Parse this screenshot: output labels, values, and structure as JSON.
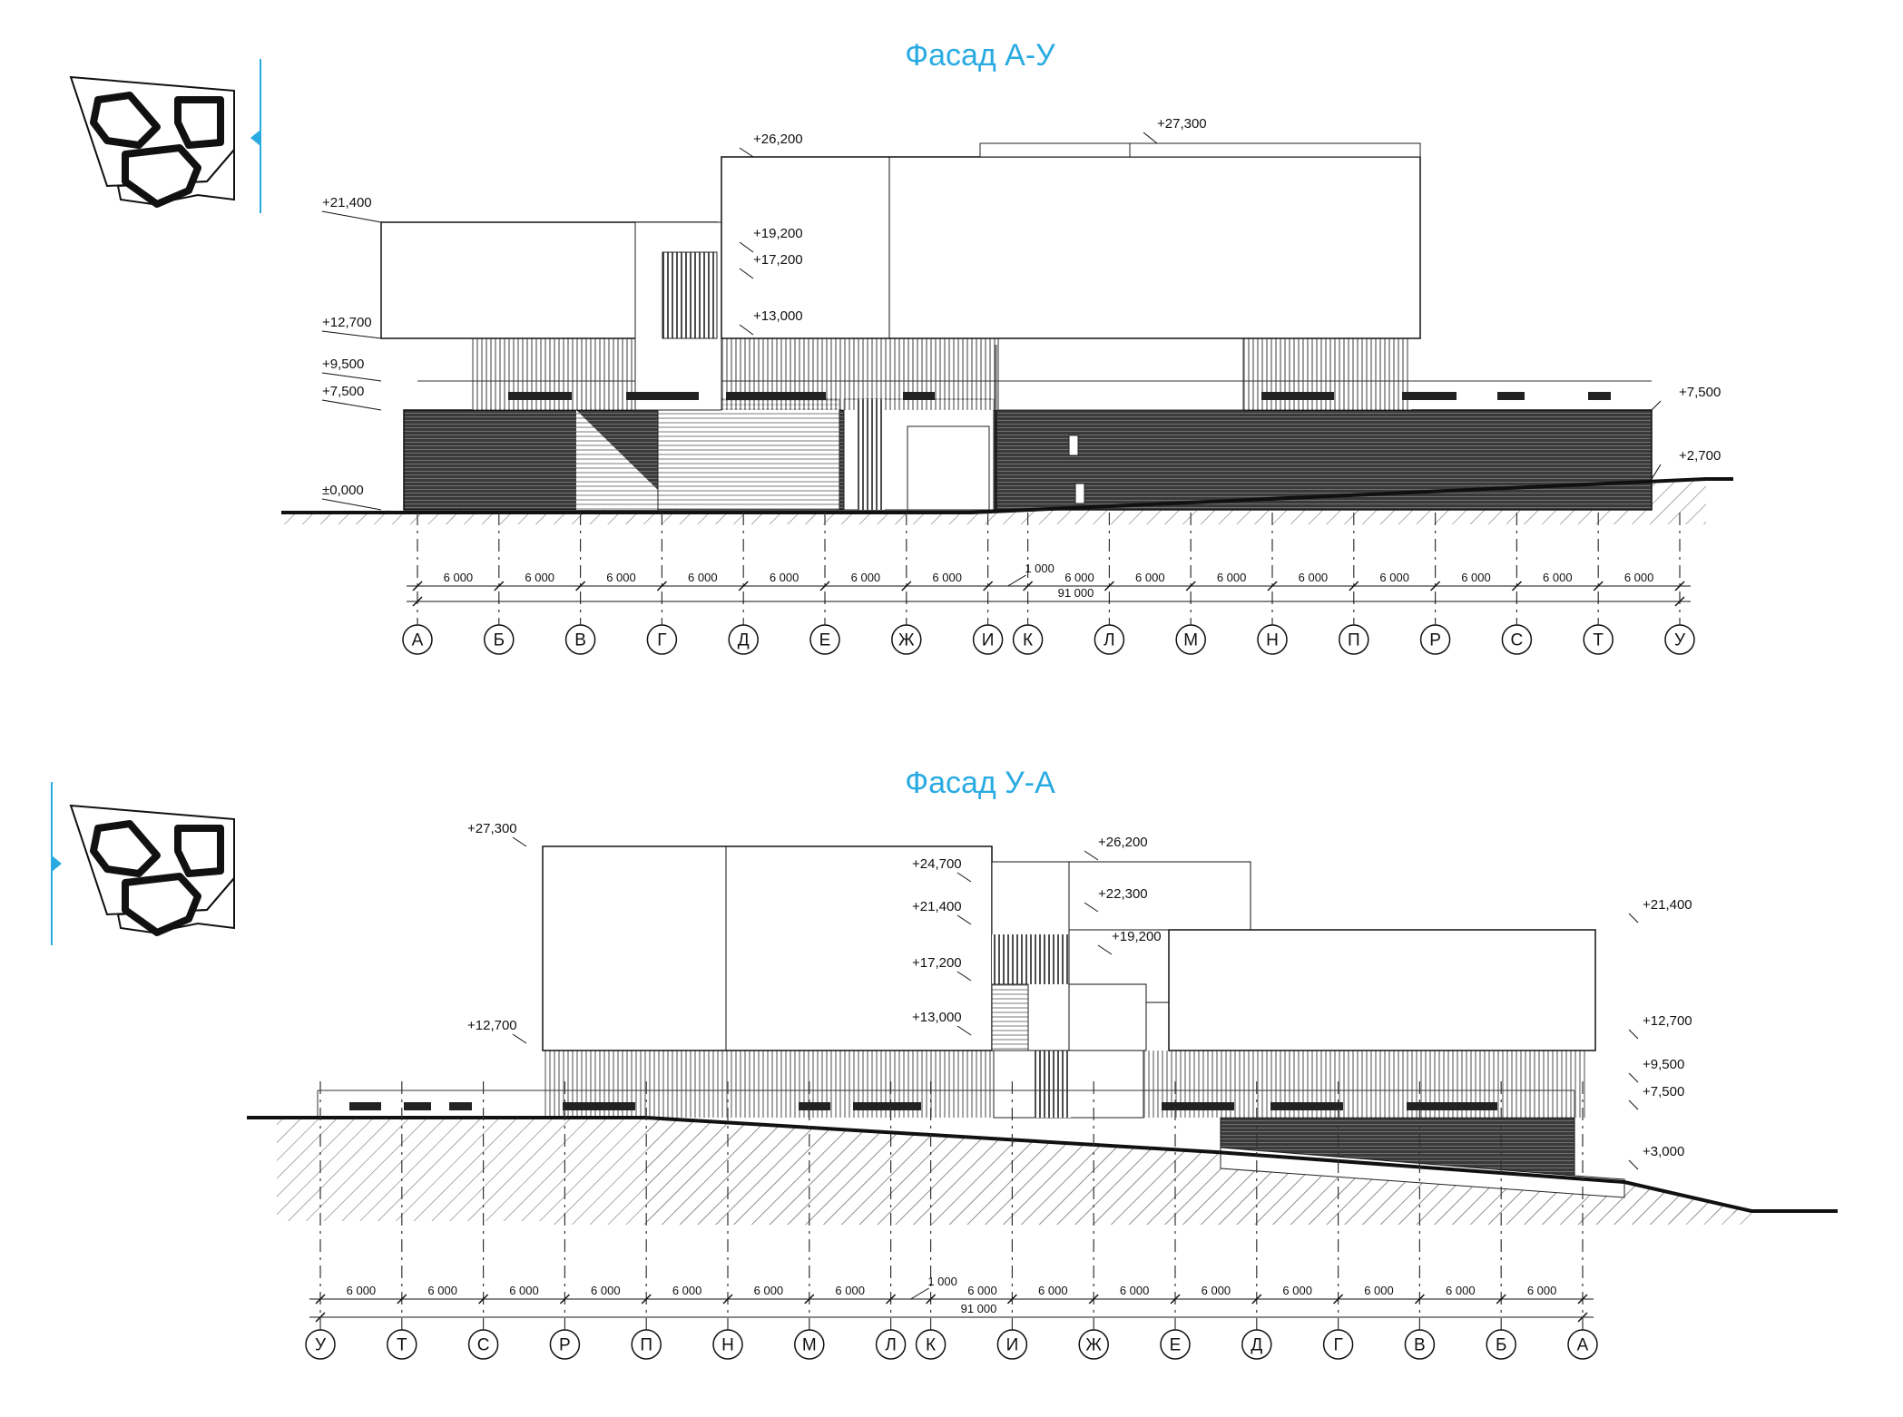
{
  "accent_color": "#29abe2",
  "key_plan_icon": "building-key-plan-icon",
  "facades": [
    {
      "title": "Фасад А-У",
      "levels_left": [
        "+21,400",
        "+12,700",
        "+9,500",
        "+7,500",
        "±0,000"
      ],
      "levels_center": [
        "+26,200",
        "+19,200",
        "+17,200",
        "+13,000"
      ],
      "levels_top": [
        "+27,300"
      ],
      "levels_right": [
        "+7,500",
        "+2,700"
      ],
      "bay_dimensions": [
        "6 000",
        "6 000",
        "6 000",
        "6 000",
        "6 000",
        "6 000",
        "6 000",
        "6 000",
        "6 000",
        "6 000",
        "6 000",
        "6 000",
        "6 000",
        "6 000",
        "6 000"
      ],
      "gap_dimension": "1 000",
      "total_dimension": "91 000",
      "axes": [
        "А",
        "Б",
        "В",
        "Г",
        "Д",
        "Е",
        "Ж",
        "И",
        "К",
        "Л",
        "М",
        "Н",
        "П",
        "Р",
        "С",
        "Т",
        "У"
      ]
    },
    {
      "title": "Фасад У-А",
      "levels_left": [
        "+27,300",
        "+12,700"
      ],
      "levels_center": [
        "+24,700",
        "+21,400",
        "+17,200",
        "+13,000"
      ],
      "levels_top": [
        "+26,200",
        "+22,300",
        "+19,200"
      ],
      "levels_right": [
        "+21,400",
        "+12,700",
        "+9,500",
        "+7,500",
        "+3,000"
      ],
      "bay_dimensions": [
        "6 000",
        "6 000",
        "6 000",
        "6 000",
        "6 000",
        "6 000",
        "6 000",
        "6 000",
        "6 000",
        "6 000",
        "6 000",
        "6 000",
        "6 000",
        "6 000",
        "6 000"
      ],
      "gap_dimension": "1 000",
      "total_dimension": "91 000",
      "axes": [
        "У",
        "Т",
        "С",
        "Р",
        "П",
        "Н",
        "М",
        "Л",
        "К",
        "И",
        "Ж",
        "Е",
        "Д",
        "Г",
        "В",
        "Б",
        "А"
      ]
    }
  ]
}
